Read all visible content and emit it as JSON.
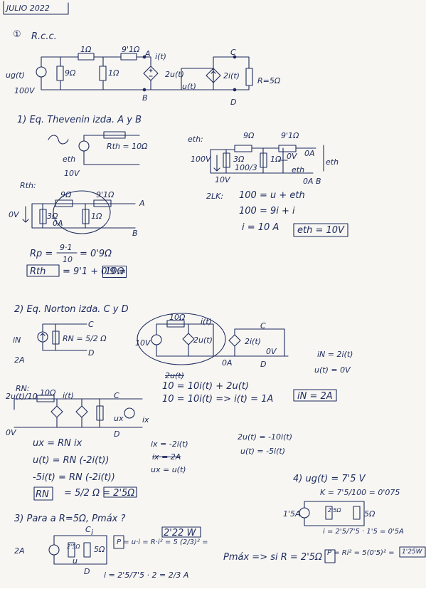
{
  "header": {
    "date": "JULIO 2022"
  },
  "ex1": {
    "num": "①",
    "title": "R.c.c.",
    "r1": "1Ω",
    "r2": "9'1Ω",
    "r3": "9Ω",
    "r4": "1Ω",
    "nodeA": "A",
    "nodeB": "B",
    "nodeC": "C",
    "nodeD": "D",
    "i_t": "i(t)",
    "dep_src": "2u(t)",
    "u_t": "u(t)",
    "dep_i": "2i(t)",
    "rload": "R=5Ω",
    "ug": "ug(t)",
    "ug_val": "100V"
  },
  "s1": {
    "title": "1) Eq. Thevenin izda. A y B",
    "rth_eq": "Rth = 10Ω",
    "eth_label": "eth",
    "eth_val": "10V",
    "eth_head": "eth:",
    "c_9": "9Ω",
    "c_91": "9'1Ω",
    "c_100v": "100V",
    "c_3": "3Ω",
    "c_1": "1Ω",
    "c_100_3": "100/3",
    "c_0v": "0V",
    "c_0a": "0A",
    "c_10v": "10V",
    "c_ethu": "eth",
    "c_0ab": "0A B",
    "lk_label": "2LK:",
    "lk1": "100 = u + eth",
    "lk2": "100 = 9i + i",
    "lk3": "i = 10 A",
    "lk_result": "eth = 10V",
    "rth_head": "Rth:",
    "r_9": "9Ω",
    "r_91": "9'1Ω",
    "r_0v": "0V",
    "r_3": "3Ω",
    "r_0a": "0A",
    "r_1": "1Ω",
    "r_b": "B",
    "r_a": "A",
    "rp": "Rp =",
    "rp_num": "9·1",
    "rp_den": "10",
    "rp_val": "= 0'9Ω",
    "rth_final": "Rth",
    "rth_expr": "= 9'1 + 0'9 =",
    "rth_res": "10Ω"
  },
  "s2": {
    "title": "2) Eq. Norton izda. C y D",
    "in_label": "iN",
    "in_val": "2A",
    "rn_label": "RN = 5/2 Ω",
    "nc": "C",
    "nd": "D",
    "n_10": "10Ω",
    "n_it": "i(t)",
    "n_10v": "10V",
    "n_2u": "2u(t)",
    "n_2i": "2i(t)",
    "n_0v": "0V",
    "n_0a": "0A",
    "n_c": "C",
    "n_d": "D",
    "in_eq": "iN = 2i(t)",
    "u_eq": "u(t) = 0V",
    "struck": "2u(t)",
    "e1": "10 = 10i(t) + 2u(t)",
    "e2": "10 = 10i(t) => i(t) = 1A",
    "in_res": "iN = 2A",
    "rn_head": "RN:",
    "rn_2u": "2u(t)/10",
    "rn_10": "10Ω",
    "rn_it": "i(t)",
    "rn_c": "C",
    "rn_d": "D",
    "rn_ix": "ix",
    "rn_ux": "ux",
    "rn_0v": "0V",
    "m1": "ux = RN ix",
    "m2": "u(t) = RN (-2i(t))",
    "m3": "-5i(t) = RN (-2i(t))",
    "m_res_l": "RN",
    "m_res_r": "= 5/2 Ω = 2'5Ω",
    "k1": "ix = -2i(t)",
    "k2": "ix = 2A",
    "k3": "ux = u(t)",
    "j1": "2u(t) = -10i(t)",
    "j2": "u(t) = -5i(t)"
  },
  "s3": {
    "title": "3) Para a R=5Ω, Pmáx ?",
    "src": "2A",
    "r25": "2'5Ω",
    "r5": "5Ω",
    "c": "C",
    "d": "D",
    "u": "u",
    "i": "i",
    "p_expr": "P = u·i = R·i² = 5 (2/3)² =",
    "p_res": "2'22 W",
    "i_expr": "i = 2'5/7'5 · 2 = 2/3 A",
    "pmax": "Pmáx => si R = 2'5Ω"
  },
  "s4": {
    "title": "4) ug(t) = 7'5 V",
    "k": "K = 7'5/100 = 0'075",
    "src": "1'5A",
    "r25": "2'5Ω",
    "r5": "5Ω",
    "i_expr": "i = 2'5/7'5 · 1'5 = 0'5A",
    "p_expr": "P = Ri² = 5(0'5)² =",
    "p_res": "1'25W"
  }
}
